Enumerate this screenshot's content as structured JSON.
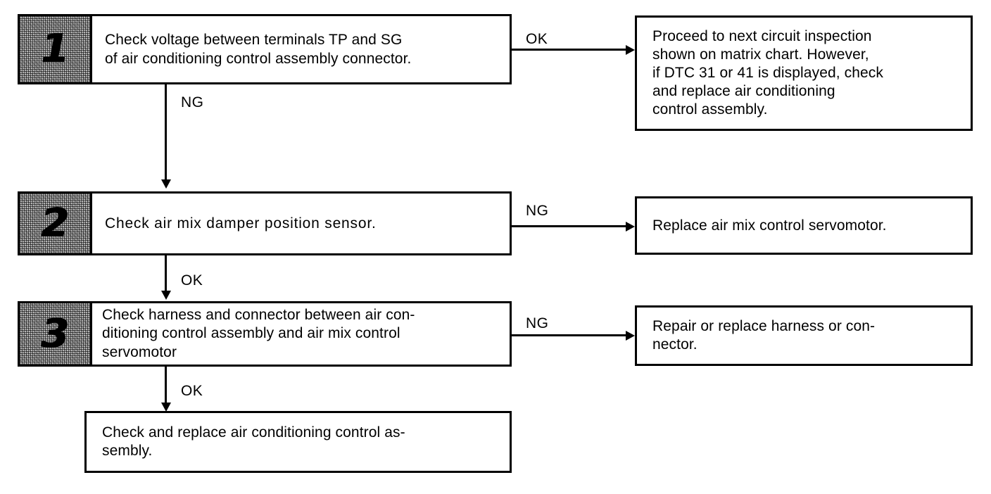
{
  "diagram": {
    "type": "troubleshooting-flowchart",
    "background_color": "#ffffff",
    "line_color": "#000000",
    "badge_fill_color": "#b9b9b9"
  },
  "steps": [
    {
      "number": "1",
      "text": "Check voltage between terminals TP and SG\nof air conditioning control assembly connector."
    },
    {
      "number": "2",
      "text": "Check air mix damper position sensor."
    },
    {
      "number": "3",
      "text": "Check harness and connector between air con-\nditioning control assembly and air mix control\nservomotor"
    }
  ],
  "results": [
    {
      "id": "result-1",
      "text": "Proceed to next circuit inspection\nshown on matrix chart. However,\nif DTC 31 or 41 is displayed, check\nand replace air conditioning\ncontrol assembly."
    },
    {
      "id": "result-2",
      "text": "Replace air mix control servomotor."
    },
    {
      "id": "result-3",
      "text": "Repair or replace harness or con-\nnector."
    }
  ],
  "final": {
    "id": "final-box",
    "text": "Check and replace air conditioning control as-\nsembly."
  },
  "edges": [
    {
      "id": "edge-step1-ok",
      "label": "OK",
      "from": "step-1",
      "to": "result-1",
      "direction": "right"
    },
    {
      "id": "edge-step1-ng",
      "label": "NG",
      "from": "step-1",
      "to": "step-2",
      "direction": "down"
    },
    {
      "id": "edge-step2-ng",
      "label": "NG",
      "from": "step-2",
      "to": "result-2",
      "direction": "right"
    },
    {
      "id": "edge-step2-ok",
      "label": "OK",
      "from": "step-2",
      "to": "step-3",
      "direction": "down"
    },
    {
      "id": "edge-step3-ng",
      "label": "NG",
      "from": "step-3",
      "to": "result-3",
      "direction": "right"
    },
    {
      "id": "edge-step3-ok",
      "label": "OK",
      "from": "step-3",
      "to": "final-box",
      "direction": "down"
    }
  ]
}
